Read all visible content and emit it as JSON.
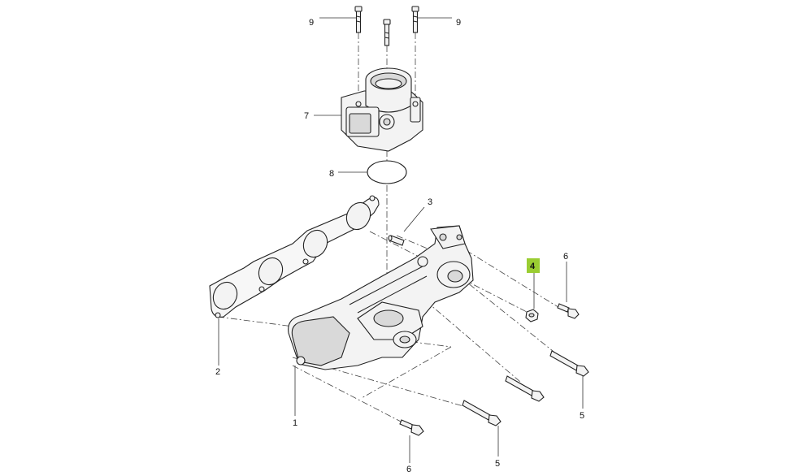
{
  "diagram": {
    "callouts": [
      "9",
      "9",
      "7",
      "8",
      "3",
      "4",
      "6",
      "2",
      "1",
      "6",
      "5",
      "5"
    ],
    "highlight_color": "#9acd32",
    "highlighted_callout": "4"
  }
}
